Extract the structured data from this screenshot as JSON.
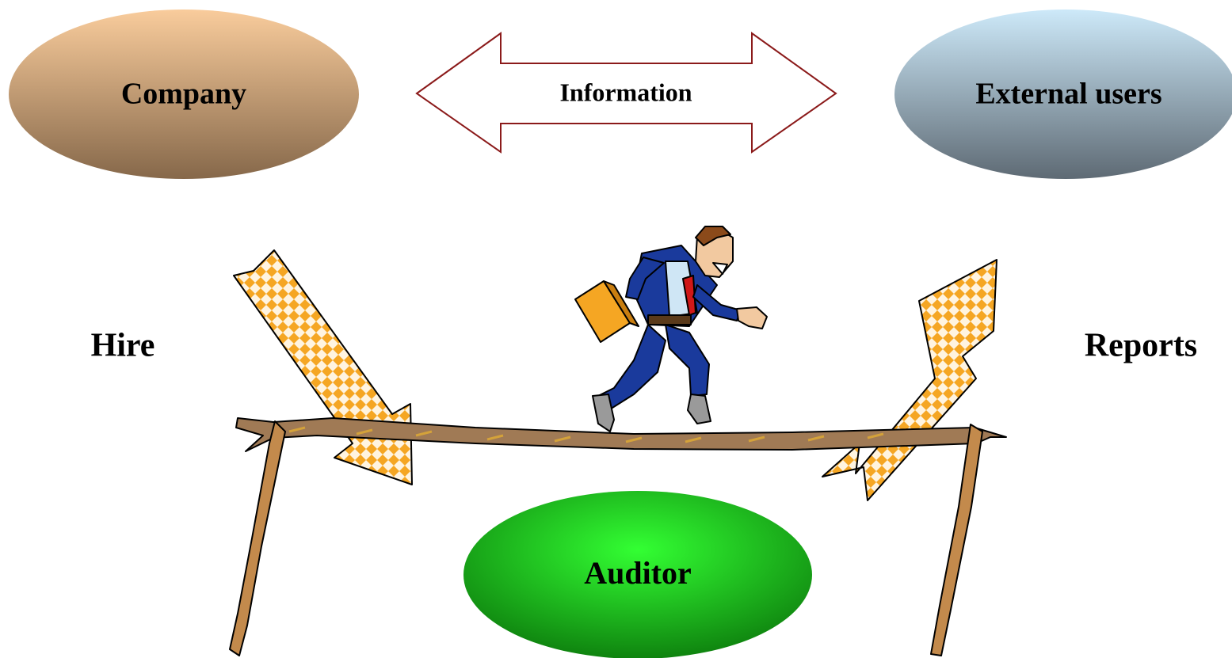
{
  "nodes": {
    "company": {
      "label": "Company",
      "fill_top": "#f9cc9c",
      "fill_bottom": "#86684a"
    },
    "external_users": {
      "label": "External users",
      "fill_top": "#cde9f9",
      "fill_bottom": "#5e6a74"
    },
    "auditor": {
      "label": "Auditor",
      "fill_center": "#33ff33",
      "fill_edge": "#0c7a0c"
    }
  },
  "connectors": {
    "information": {
      "label": "Information",
      "stroke": "#8b1a1a"
    },
    "hire": {
      "label": "Hire",
      "fill": "#f5a623"
    },
    "reports": {
      "label": "Reports",
      "fill": "#f5a623"
    }
  },
  "illustration": {
    "figure": "businessman-with-briefcase-icon",
    "rope": "tightrope-icon",
    "rope_color": "#a07a55",
    "pole_color": "#c38a4c",
    "suit_color": "#1a3a9c"
  }
}
